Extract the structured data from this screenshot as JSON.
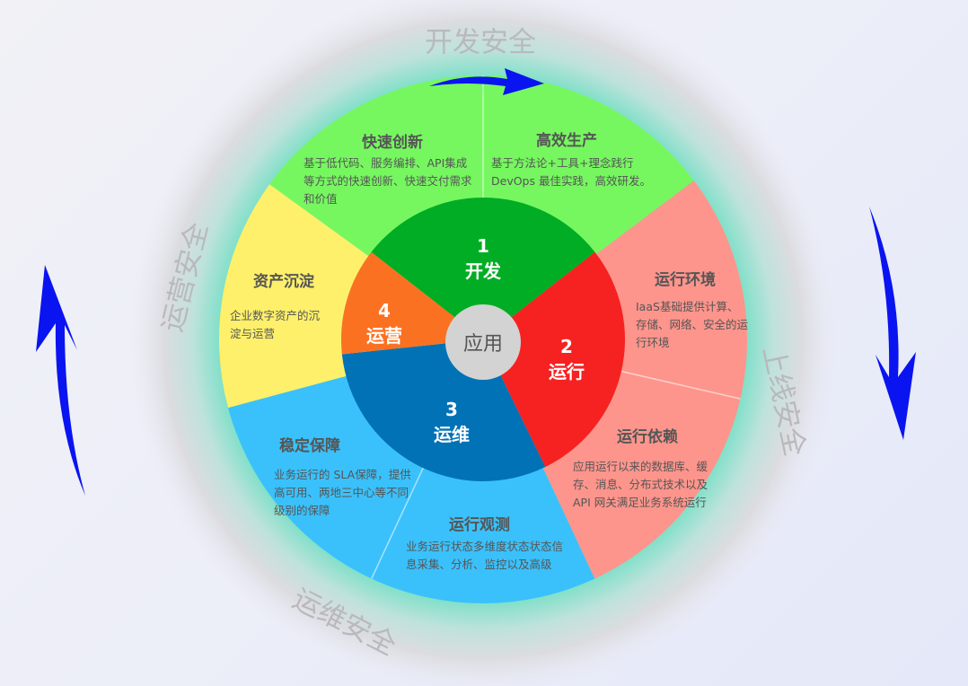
{
  "center": "应用",
  "ring_labels": {
    "top": "开发安全",
    "right": "上线安全",
    "bottom": "运维安全",
    "left": "运营安全"
  },
  "stages": [
    {
      "num": "1",
      "name": "开发",
      "color": "#00ad25"
    },
    {
      "num": "2",
      "name": "运行",
      "color": "#f62222"
    },
    {
      "num": "3",
      "name": "运维",
      "color": "#0172b5"
    },
    {
      "num": "4",
      "name": "运营",
      "color": "#fb7122"
    }
  ],
  "sections": [
    {
      "title": "快速创新",
      "desc": "基于低代码、服务编排、API集成等方式的快速创新、快速交付需求和价值",
      "color": "#76f760"
    },
    {
      "title": "高效生产",
      "desc": "基于方法论+工具+理念践行 DevOps 最佳实践，高效研发。",
      "color": "#76f760"
    },
    {
      "title": "运行环境",
      "desc": "IaaS基础提供计算、存储、网络、安全的运行环境",
      "color": "#fd958c"
    },
    {
      "title": "运行依赖",
      "desc": "应用运行以来的数据库、缓存、消息、分布式技术以及 API 网关满足业务系统运行",
      "color": "#fd958c"
    },
    {
      "title": "运行观测",
      "desc": "业务运行状态多维度状态状态信息采集、分析、监控以及高级",
      "color": "#3ac1fb"
    },
    {
      "title": "稳定保障",
      "desc": "业务运行的 SLA保障，提供高可用、两地三中心等不同级别的保障",
      "color": "#3ac1fb"
    },
    {
      "title": "资产沉淀",
      "desc": "企业数字资产的沉淀与运营",
      "color": "#fef06a"
    }
  ],
  "arrow_color": "#0a14f0"
}
